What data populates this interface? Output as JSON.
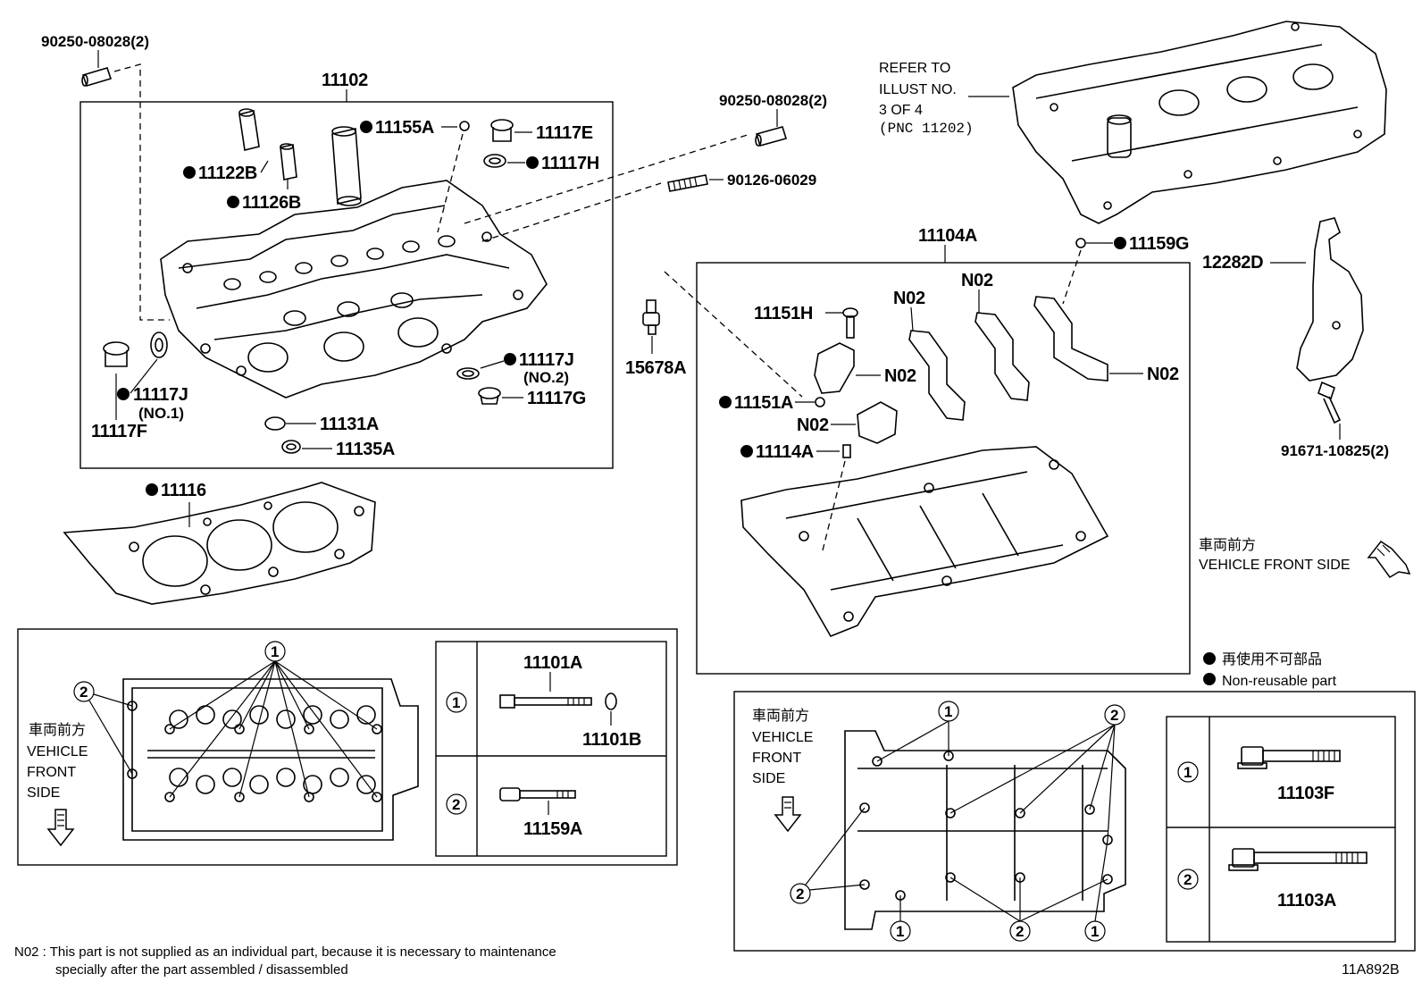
{
  "diagram_code": "11A892B",
  "footnote": {
    "line1": "N02 : This part is not supplied as an individual part, because it is necessary to maintenance",
    "line2": "specially after the part assembled / disassembled"
  },
  "legend": {
    "jp": "再使用不可部品",
    "en": "Non-reusable part"
  },
  "refer": {
    "l1": "REFER TO",
    "l2": "ILLUST NO.",
    "l3": "3 OF 4",
    "l4": "(PNC 11202)"
  },
  "front": {
    "jp": "車両前方",
    "en1": "VEHICLE FRONT SIDE",
    "v1": "VEHICLE",
    "v2": "FRONT",
    "v3": "SIDE"
  },
  "parts": {
    "p90250a": "90250-08028(2)",
    "p90250b": "90250-08028(2)",
    "p11102": "11102",
    "p11155A": "11155A",
    "p11117E": "11117E",
    "p11117H": "11117H",
    "p11122B": "11122B",
    "p11126B": "11126B",
    "p90126": "90126-06029",
    "p11117J1": "11117J",
    "p11117J1n": "(NO.1)",
    "p11117F": "11117F",
    "p11117J2": "11117J",
    "p11117J2n": "(NO.2)",
    "p11117G": "11117G",
    "p11131A": "11131A",
    "p11135A": "11135A",
    "p11116": "11116",
    "p15678A": "15678A",
    "p11104A": "11104A",
    "p11159G": "11159G",
    "p12282D": "12282D",
    "p91671": "91671-10825(2)",
    "p11151H": "11151H",
    "p11151A": "11151A",
    "p11114A": "11114A",
    "n02": "N02",
    "p11101A": "11101A",
    "p11101B": "11101B",
    "p11159A": "11159A",
    "p11103F": "11103F",
    "p11103A": "11103A"
  },
  "markers": {
    "one": "1",
    "two": "2"
  }
}
